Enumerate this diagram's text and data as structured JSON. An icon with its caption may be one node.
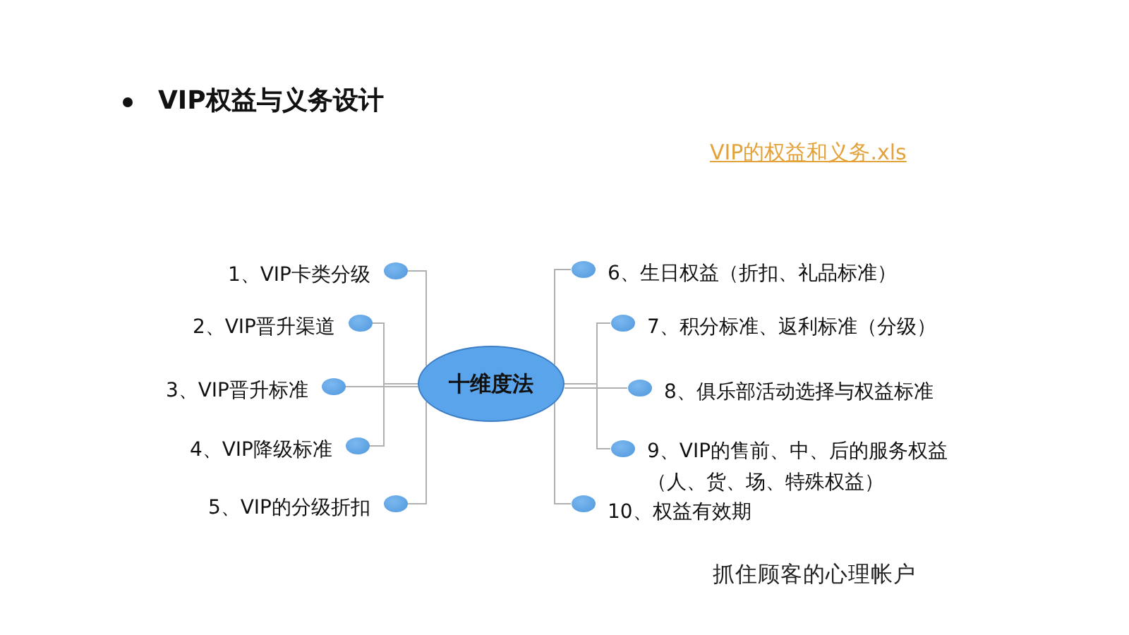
{
  "diagram": {
    "title": "VIP权益与义务设计",
    "nodes": [
      {
        "text": [
          "十维度法"
        ]
      },
      {
        "text": [],
        "shape": "circle",
        "beside": [
          "1、VIP卡类分级"
        ]
      },
      {
        "text": [],
        "shape": "circle",
        "beside": [
          "2、VIP晋升渠道"
        ]
      },
      {
        "text": [],
        "shape": "circle",
        "beside": [
          "3、VIP晋升标准"
        ]
      },
      {
        "text": [],
        "shape": "circle",
        "beside": [
          "4、VIP降级标准"
        ]
      },
      {
        "text": [],
        "shape": "circle",
        "beside": [
          "5、VIP的分级折扣"
        ]
      },
      {
        "text": [],
        "shape": "circle",
        "beside": [
          "6、生日权益（折扣、礼品标准）"
        ]
      },
      {
        "text": [],
        "shape": "circle",
        "beside": [
          "7、积分标准、返利标准（分级）"
        ]
      },
      {
        "text": [],
        "shape": "circle",
        "beside": [
          "8、俱乐部活动选择与权益标准"
        ]
      },
      {
        "text": [],
        "shape": "circle",
        "beside": [
          "9、VIP的售前、中、后的服务权益（人、货、场、特殊权益）"
        ]
      },
      {
        "text": [],
        "shape": "circle",
        "beside": [
          "10、权益有效期"
        ]
      }
    ],
    "edges": [
      {
        "from": 0,
        "to": 1,
        "arrow": "none"
      },
      {
        "from": 0,
        "to": 2,
        "arrow": "none"
      },
      {
        "from": 0,
        "to": 3,
        "arrow": "none"
      },
      {
        "from": 0,
        "to": 4,
        "arrow": "none"
      },
      {
        "from": 0,
        "to": 5,
        "arrow": "none"
      },
      {
        "from": 0,
        "to": 6,
        "arrow": "none"
      },
      {
        "from": 0,
        "to": 7,
        "arrow": "none"
      },
      {
        "from": 0,
        "to": 8,
        "arrow": "none"
      },
      {
        "from": 0,
        "to": 9,
        "arrow": "none"
      },
      {
        "from": 0,
        "to": 10,
        "arrow": "none"
      }
    ],
    "labels": [
      "VIP的权益和义务.xls",
      "抓住顾客的心理帐户"
    ]
  }
}
